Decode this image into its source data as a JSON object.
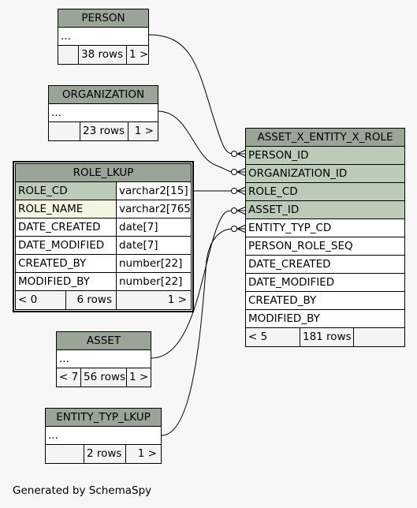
{
  "tables": {
    "person": {
      "name": "PERSON",
      "body": "...",
      "rows": "38 rows",
      "nav": "1 >"
    },
    "organization": {
      "name": "ORGANIZATION",
      "body": "...",
      "rows": "23 rows",
      "nav": "1 >"
    },
    "role_lkup": {
      "name": "ROLE_LKUP",
      "columns": [
        {
          "name": "ROLE_CD",
          "type": "varchar2[15]"
        },
        {
          "name": "ROLE_NAME",
          "type": "varchar2[765]"
        },
        {
          "name": "DATE_CREATED",
          "type": "date[7]"
        },
        {
          "name": "DATE_MODIFIED",
          "type": "date[7]"
        },
        {
          "name": "CREATED_BY",
          "type": "number[22]"
        },
        {
          "name": "MODIFIED_BY",
          "type": "number[22]"
        }
      ],
      "parents": "< 0",
      "rows": "6 rows",
      "nav": "1 >"
    },
    "asset": {
      "name": "ASSET",
      "body": "...",
      "parents": "< 7",
      "rows": "56 rows",
      "nav": "1 >"
    },
    "entity_typ_lkup": {
      "name": "ENTITY_TYP_LKUP",
      "body": "...",
      "rows": "2 rows",
      "nav": "1 >"
    },
    "asset_x_entity_x_role": {
      "name": "ASSET_X_ENTITY_X_ROLE",
      "columns": [
        "PERSON_ID",
        "ORGANIZATION_ID",
        "ROLE_CD",
        "ASSET_ID",
        "ENTITY_TYP_CD",
        "PERSON_ROLE_SEQ",
        "DATE_CREATED",
        "DATE_MODIFIED",
        "CREATED_BY",
        "MODIFIED_BY"
      ],
      "parents": "< 5",
      "rows": "181 rows"
    }
  },
  "credit": "Generated by SchemaSpy",
  "colors": {
    "header": "#9aa597",
    "primary_key": "#bccbb8",
    "foreign_key": "#f4f5e0",
    "background": "#f7f7f7"
  }
}
